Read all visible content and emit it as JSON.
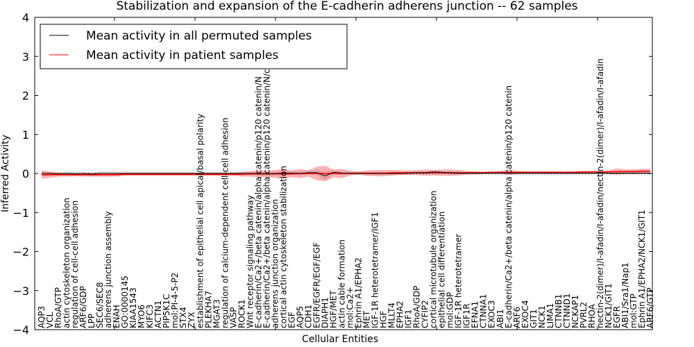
{
  "chart_data": {
    "type": "line",
    "title": "Stabilization and expansion of the E-cadherin adherens junction -- 62 samples",
    "xlabel": "Cellular Entities",
    "ylabel": "Inferred Activity",
    "ylim": [
      -4,
      4
    ],
    "y_ticks": [
      -4,
      -3,
      -2,
      -1,
      0,
      1,
      2,
      3,
      4
    ],
    "legend": {
      "placement": "top-left",
      "entries": [
        {
          "label": "Mean activity in all permuted samples",
          "color": "#000000"
        },
        {
          "label": "Mean activity in patient samples",
          "color": "#ff0000"
        }
      ]
    },
    "categories": [
      "AQP3",
      "VCL",
      "RhoA/GTP",
      "actin cytoskeleton organization",
      "regulation of cell-cell adhesion",
      "ARF6/GDP",
      "LPP",
      "SEC6/SEC8",
      "adherens junction assembly",
      "ENAH",
      "GO:0000145",
      "KIAA1543",
      "MYO6",
      "KIFC3",
      "ACTN1",
      "PIP5K1C",
      "mol:PI-4-5-P2",
      "STX4",
      "ZYX",
      "establishment of epithelial cell apical/basal polarity",
      "PLEKHA7",
      "MGAT3",
      "regulation of calcium-dependent cell-cell adhesion",
      "VASP",
      "ROCK1",
      "Wnt receptor signaling pathway",
      "E-cadherin/Ca2+/beta catenin/alpha catenin/p120 catenin/N",
      "E-cadherin/Ca2+/beta catenin/alpha catenin/p120 catenin/N/c",
      "adherens junction organization",
      "cortical actin cytoskeleton stabilization",
      "EGF",
      "AQP5",
      "CDH1",
      "EGFR/EGFR/EGF/EGF",
      "DIAPH1",
      "HGF/MET",
      "actin cable formation",
      "mol:Ca2+",
      "Ephrin A1/EPHA2",
      "MET",
      "IGF-1R heterotetramer/IGF1",
      "HGF",
      "MLLT4",
      "EPHA2",
      "IGF1",
      "RhoA/GDP",
      "CYFIP2",
      "cortical microtubule organization",
      "epithelial cell differentiation",
      "mol:GDP",
      "IGF-1R heterotetramer",
      "IGF1R",
      "EFNA1",
      "CTNNA1",
      "EXOC3",
      "ABI1",
      "E-cadherin/Ca2+/beta catenin/alpha catenin/p120 catenin",
      "ARF6",
      "EXOC4",
      "GIT1",
      "NCK1",
      "LIMA1",
      "CTNNB1",
      "CTNND1",
      "NCKAP1",
      "PVRL2",
      "RHOA",
      "nectin-2(dimer)/I-afadin/I-afadin/nectin-2(dimer)/I-afadin/I-afadin",
      "NCK1/GIT1",
      "EGFR",
      "ABI1/Sra1/Nap1",
      "mol:GTP",
      "Ephrin A1/EPHA2/NCK1/GIT1",
      "ARF6/GTP"
    ],
    "series": [
      {
        "name": "Mean activity in all permuted samples",
        "color": "#000000",
        "values": [
          0,
          0,
          -0.01,
          0,
          -0.01,
          0,
          -0.02,
          0,
          0,
          0,
          0,
          0,
          0,
          0,
          0,
          0,
          0,
          0,
          0,
          0,
          0,
          0,
          0,
          0,
          0,
          0,
          0,
          -0.01,
          0,
          0.01,
          0.01,
          0,
          0.02,
          0.02,
          -0.06,
          0.03,
          0.01,
          0,
          0,
          0,
          0,
          0,
          0,
          0,
          0.01,
          0.02,
          0.02,
          0.04,
          0.03,
          0.02,
          0.01,
          0.01,
          0.01,
          0.01,
          0.01,
          0.01,
          0.01,
          0.01,
          0.01,
          0.01,
          0.01,
          0.01,
          0.01,
          0.01,
          0.01,
          0.01,
          0.01,
          0.01,
          0.01,
          0.01,
          0.01,
          0.01,
          0.01,
          0.01
        ],
        "band": [
          0.06,
          0.05,
          0.05,
          0.05,
          0.05,
          0.05,
          0.05,
          0.06,
          0.06,
          0.06,
          0.05,
          0.05,
          0.05,
          0.05,
          0.05,
          0.05,
          0.05,
          0.05,
          0.05,
          0.05,
          0.05,
          0.05,
          0.05,
          0.05,
          0.05,
          0.05,
          0.05,
          0.05,
          0.05,
          0.05,
          0.05,
          0.05,
          0.05,
          0.05,
          0.12,
          0.05,
          0.05,
          0.04,
          0.04,
          0.04,
          0.04,
          0.04,
          0.04,
          0.04,
          0.04,
          0.04,
          0.04,
          0.04,
          0.04,
          0.04,
          0.04,
          0.04,
          0.04,
          0.04,
          0.04,
          0.04,
          0.04,
          0.04,
          0.04,
          0.04,
          0.04,
          0.04,
          0.04,
          0.04,
          0.04,
          0.04,
          0.04,
          0.04,
          0.04,
          0.04,
          0.04,
          0.04,
          0.04,
          0.04
        ]
      },
      {
        "name": "Mean activity in patient samples",
        "color": "#ff0000",
        "values": [
          -0.03,
          -0.03,
          -0.03,
          -0.03,
          -0.03,
          -0.03,
          -0.03,
          -0.03,
          -0.03,
          -0.03,
          -0.02,
          -0.02,
          -0.02,
          -0.02,
          -0.02,
          -0.02,
          -0.02,
          -0.02,
          -0.02,
          -0.02,
          -0.02,
          -0.02,
          -0.02,
          -0.02,
          -0.02,
          -0.01,
          -0.01,
          -0.01,
          -0.01,
          -0.01,
          -0.01,
          0,
          0,
          0,
          0,
          0,
          0,
          0.01,
          0.01,
          0.01,
          0.01,
          0.01,
          0.02,
          0.02,
          0.02,
          0.02,
          0.02,
          0.02,
          0.02,
          0.02,
          0.02,
          0.02,
          0.02,
          0.02,
          0.03,
          0.03,
          0.03,
          0.03,
          0.03,
          0.03,
          0.03,
          0.03,
          0.03,
          0.03,
          0.03,
          0.04,
          0.04,
          0.04,
          0.04,
          0.05,
          0.05,
          0.05,
          0.06,
          0.06
        ],
        "band": [
          0.1,
          0.08,
          0.05,
          0.05,
          0.04,
          0.05,
          0.05,
          0.05,
          0.05,
          0.05,
          0.04,
          0.04,
          0.04,
          0.04,
          0.04,
          0.04,
          0.04,
          0.04,
          0.04,
          0.04,
          0.04,
          0.04,
          0.04,
          0.04,
          0.06,
          0.07,
          0.09,
          0.08,
          0.1,
          0.13,
          0.08,
          0.12,
          0.08,
          0.17,
          0.2,
          0.1,
          0.12,
          0.06,
          0.04,
          0.07,
          0.08,
          0.08,
          0.07,
          0.06,
          0.06,
          0.06,
          0.08,
          0.07,
          0.08,
          0.08,
          0.07,
          0.05,
          0.04,
          0.03,
          0.03,
          0.03,
          0.07,
          0.04,
          0.03,
          0.03,
          0.03,
          0.03,
          0.03,
          0.03,
          0.03,
          0.03,
          0.03,
          0.03,
          0.05,
          0.08,
          0.06,
          0.06,
          0.06,
          0.06
        ]
      }
    ],
    "baseline": 0
  }
}
